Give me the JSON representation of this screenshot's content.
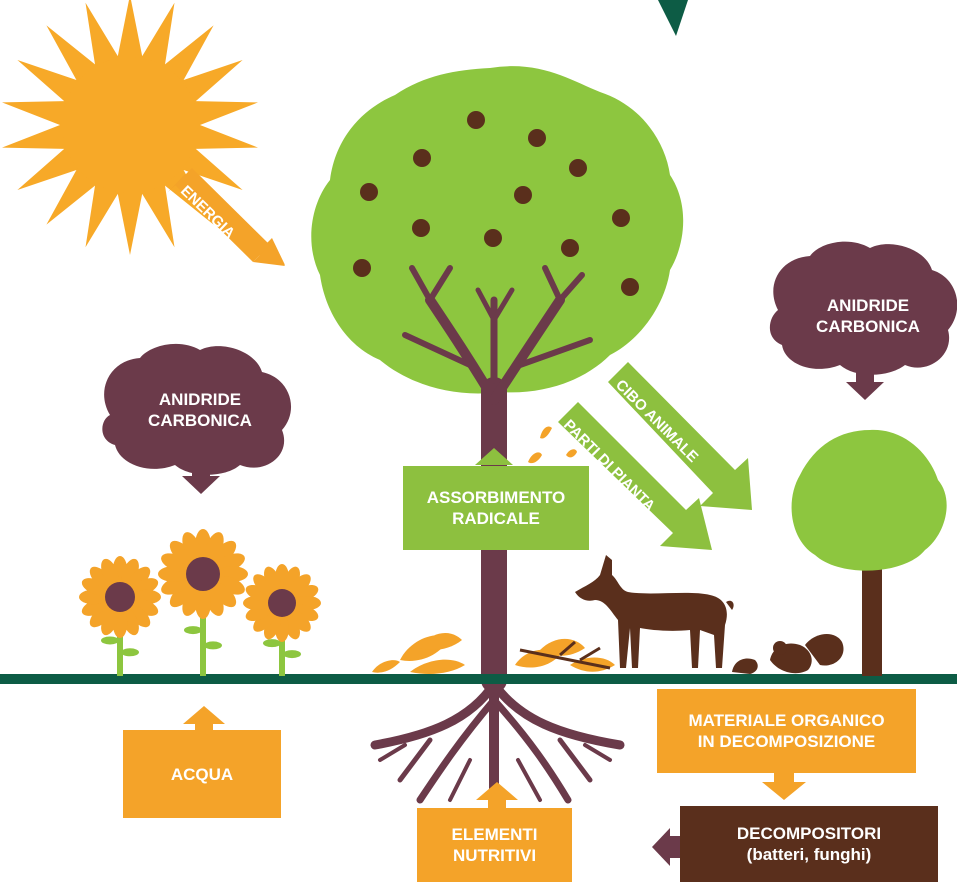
{
  "labels": {
    "energy": "ENERGIA",
    "co2_left": "ANIDRIDE\nCARBONICA",
    "co2_right": "ANIDRIDE\nCARBONICA",
    "root_uptake": "ASSORBIMENTO\nRADICALE",
    "animal_food": "CIBO ANIMALE",
    "plant_parts": "PARTI DI PIANTA",
    "water": "ACQUA",
    "organic_matter": "MATERIALE ORGANICO\nIN DECOMPOSIZIONE",
    "nutrients": "ELEMENTI\nNUTRITIVI",
    "decomposers": "DECOMPOSITORI\n(batteri, funghi)"
  },
  "colors": {
    "orange": "#f4a329",
    "green": "#8dc03f",
    "leaf_green": "#8dc63f",
    "maroon": "#6b3a4a",
    "brown": "#5a2f1c",
    "ground": "#0d5c45",
    "sun": "#f7a928"
  },
  "icons": [
    "sun-icon",
    "fruit-tree-icon",
    "small-tree-icon",
    "sunflower-icon",
    "deer-icon",
    "squirrel-icon",
    "fallen-leaves-icon",
    "roots-icon",
    "carbon-dioxide-cloud-icon"
  ]
}
